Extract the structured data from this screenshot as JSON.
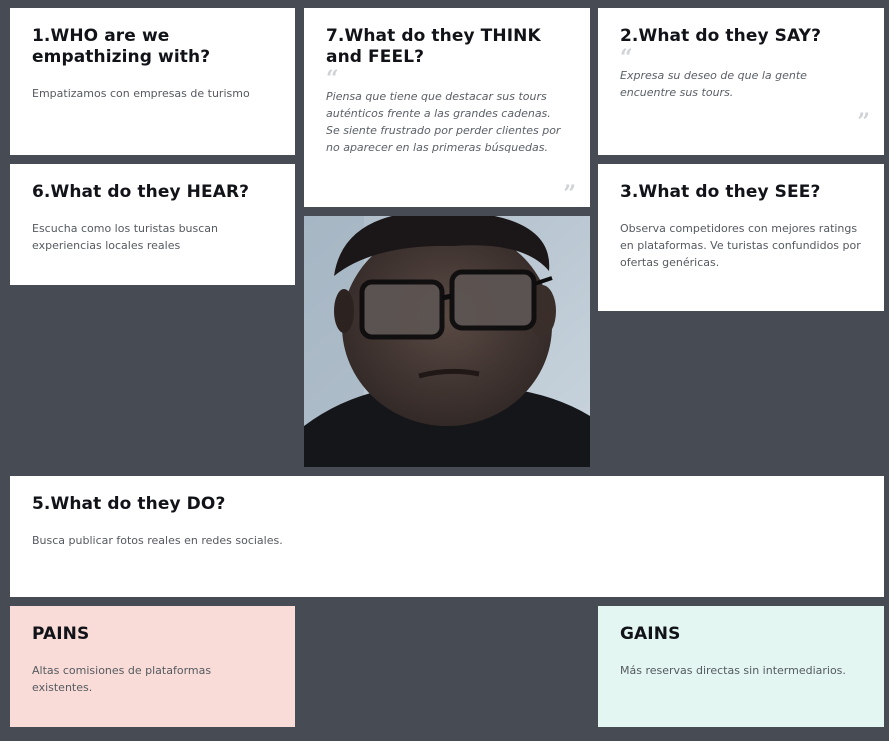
{
  "who": {
    "title": "1.WHO are we empathizing with?",
    "text": "Empatizamos con empresas de turismo"
  },
  "think_feel": {
    "title": "7.What do they THINK and FEEL?",
    "quote_open": "“",
    "text": "Piensa que tiene que destacar sus tours auténticos frente a las grandes cadenas. Se siente frustrado por perder clientes por no aparecer en las primeras búsquedas.",
    "quote_close": "”"
  },
  "say": {
    "title": "2.What do they SAY?",
    "quote_open": "“",
    "text": "Expresa su deseo de que la gente encuentre sus tours.",
    "quote_close": "”"
  },
  "hear": {
    "title": "6.What do they HEAR?",
    "text": "Escucha como los turistas  buscan experiencias locales reales"
  },
  "see": {
    "title": "3.What do they SEE?",
    "text": "Observa competidores con  mejores ratings en plataformas. Ve turistas confundidos  por ofertas genéricas."
  },
  "do": {
    "title": "5.What do they DO?",
    "text": "Busca publicar fotos reales en redes sociales."
  },
  "pains": {
    "title": "PAINS",
    "text": "Altas comisiones de plataformas existentes.",
    "color": "#f9dcd8"
  },
  "gains": {
    "title": "GAINS",
    "text": "Más reservas directas sin intermediarios.",
    "color": "#e3f6f2"
  },
  "colors": {
    "background": "#464b54",
    "card": "#ffffff"
  },
  "photo": {
    "icon": "person-photo"
  }
}
